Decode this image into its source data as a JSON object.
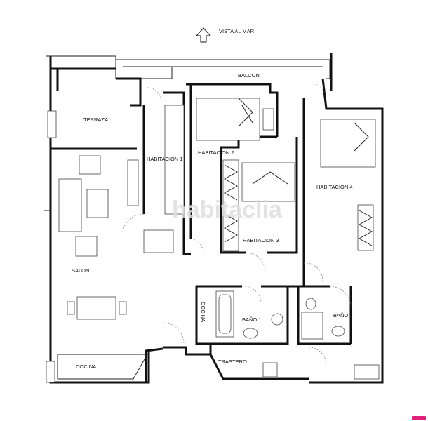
{
  "orientation": {
    "arrow_icon": "arrow-up-icon",
    "label": "VISTA AL MAR"
  },
  "rooms": {
    "balcon": "BALCON",
    "terraza": "TERRAZA",
    "habitacion_1": "HABITACION 1",
    "habitacion_2": "HABITACION 2",
    "habitacion_3": "HABITACION 3",
    "habitacion_4": "HABITACION 4",
    "salon": "SALON",
    "cocina_vertical": "COCINA",
    "bano_1": "BAÑO 1",
    "bano_2": "BAÑO 2",
    "cocina": "COCINA",
    "trastero": "TRASTERO"
  },
  "watermark": "habitaclia",
  "badge_color": "#e0207a"
}
